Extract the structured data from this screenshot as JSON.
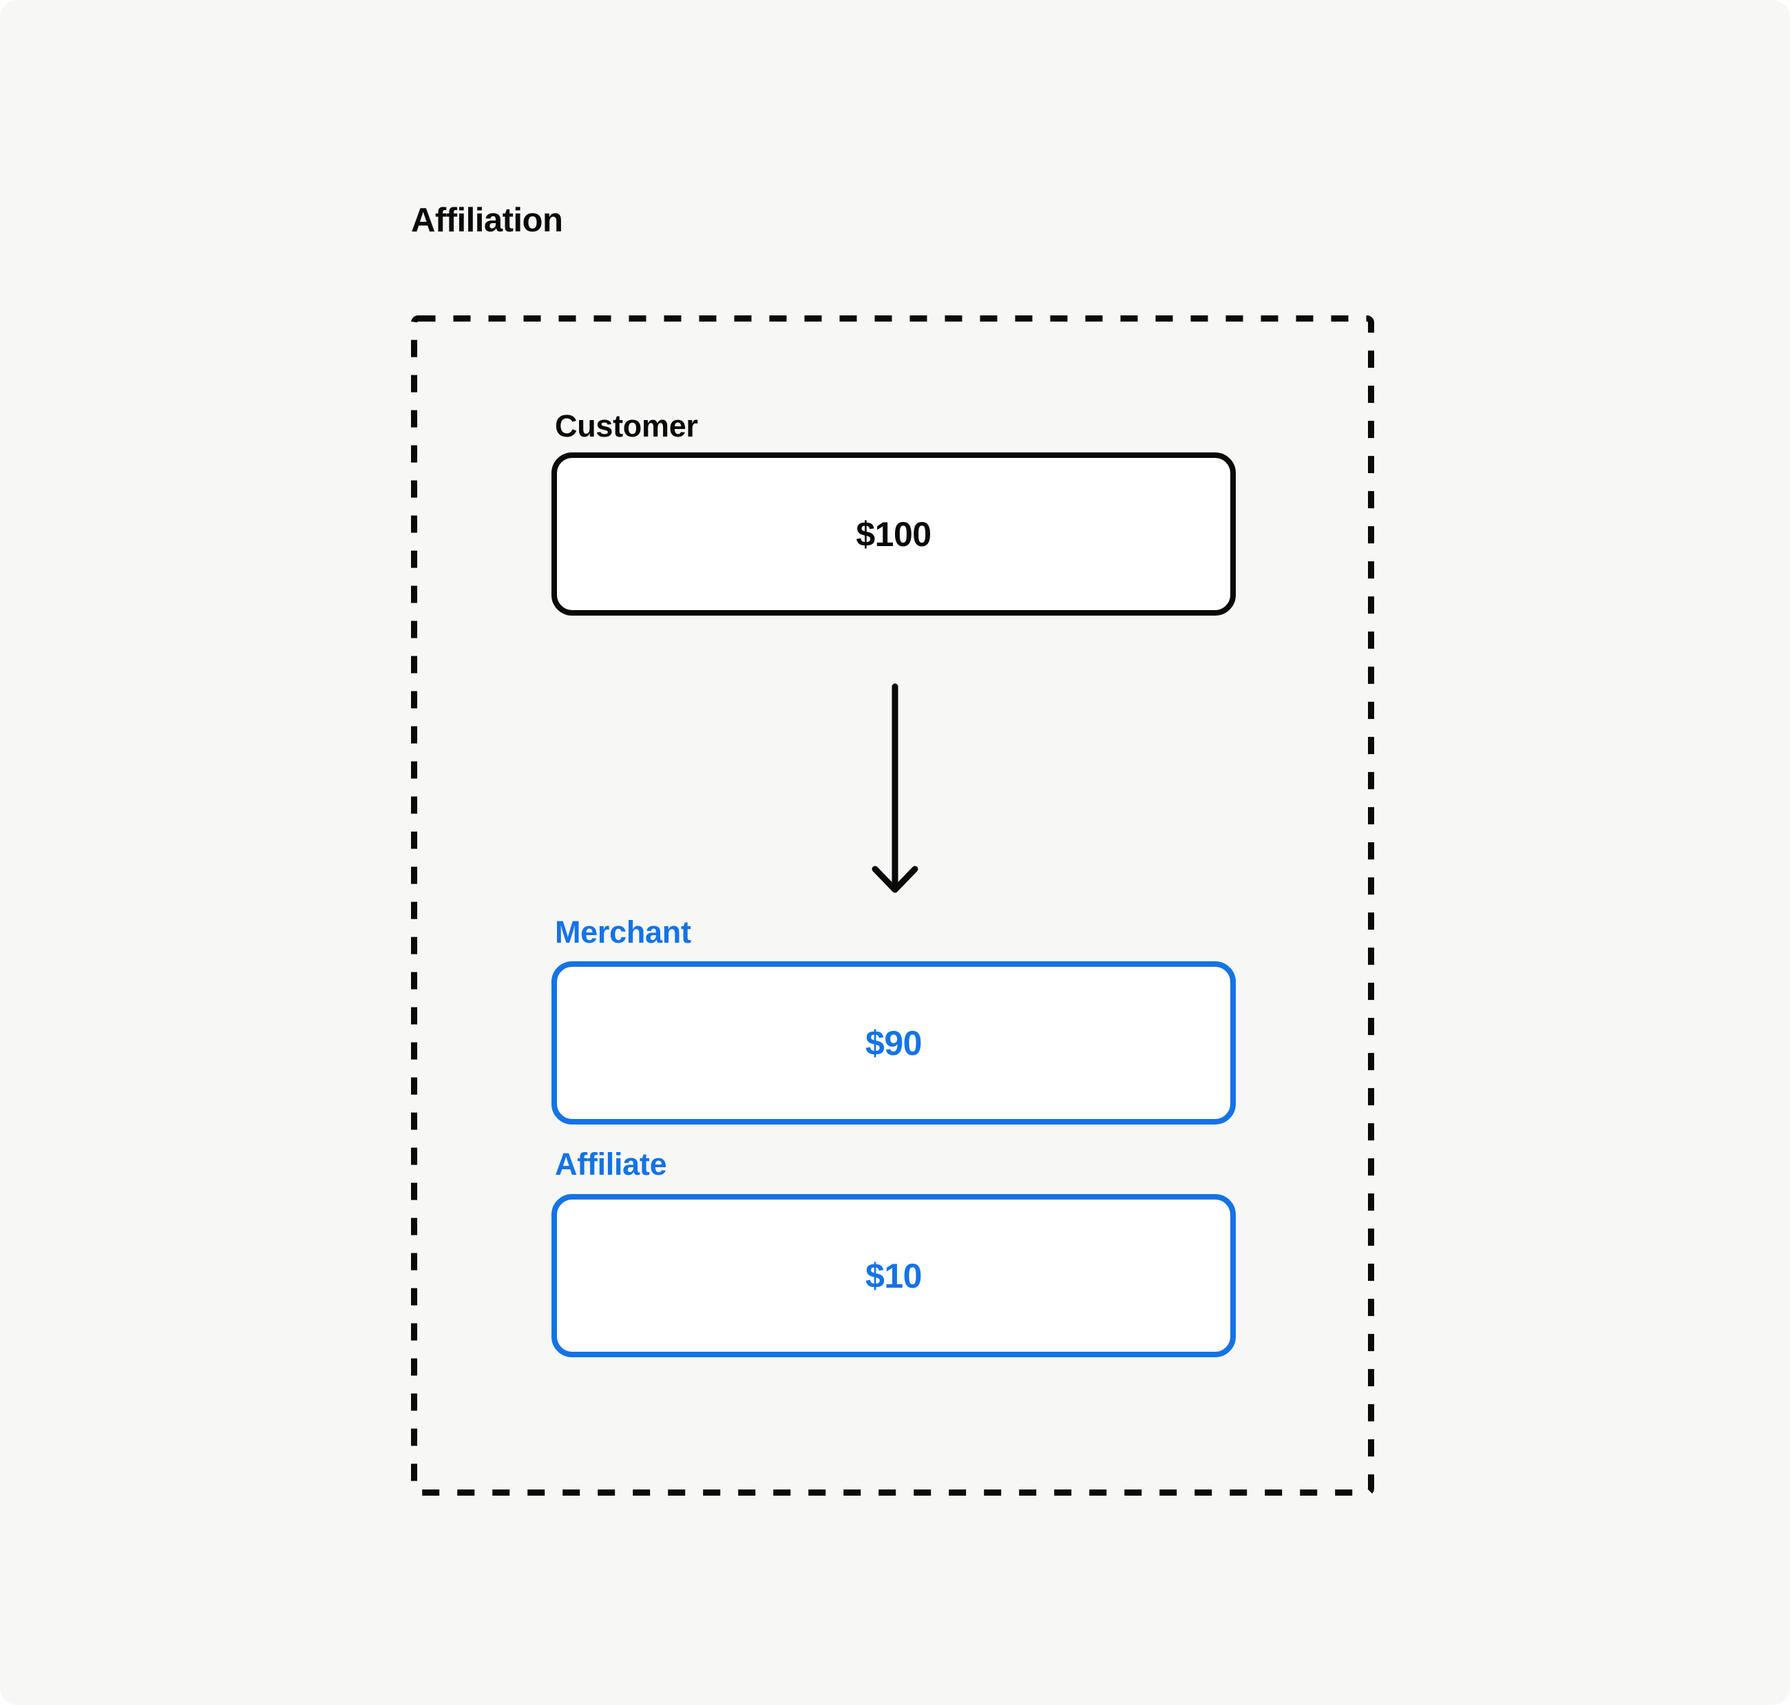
{
  "title": "Affiliation",
  "nodes": {
    "customer": {
      "label": "Customer",
      "amount": "$100"
    },
    "merchant": {
      "label": "Merchant",
      "amount": "$90"
    },
    "affiliate": {
      "label": "Affiliate",
      "amount": "$10"
    }
  },
  "icons": {
    "down_arrow": "down-arrow-icon"
  },
  "colors": {
    "ink": "#0A0A0A",
    "accent_blue": "#1473E6",
    "canvas_background": "#F7F7F6",
    "node_background": "#FFFFFF"
  }
}
